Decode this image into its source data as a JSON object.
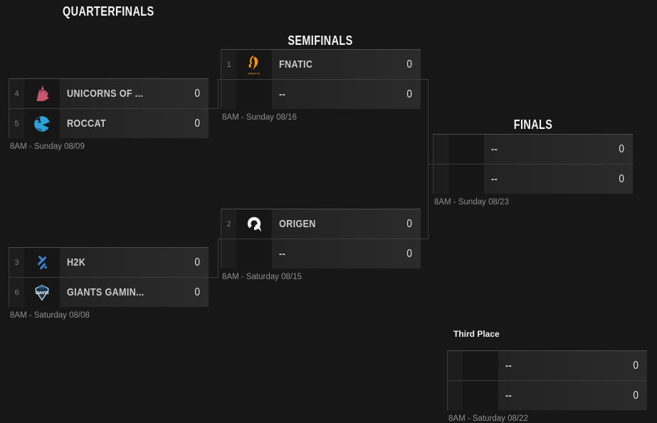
{
  "page": {
    "background_color": "#171717",
    "kind": "tournament-bracket"
  },
  "colors": {
    "header_text": "#f5f5f5",
    "team_text": "#cbcbcb",
    "score_text": "#e2e2e2",
    "schedule_text": "#8e8e8e",
    "connector_line": "#3c3c3c",
    "fnatic_orange": "#ff9800",
    "roccat_blue": "#2f9fd8",
    "uol_pink": "#c9566f",
    "h2k_blue": "#3b86d8",
    "giants_light_blue": "#bcd9ef",
    "origen_white": "#f2f2f2"
  },
  "icons": {
    "unicorns_of_love": "unicorns-of-love-logo-icon",
    "roccat": "roccat-logo-icon",
    "h2k": "h2k-logo-icon",
    "giants_gaming": "giants-gaming-logo-icon",
    "fnatic": "fnatic-logo-icon",
    "origen": "origen-logo-icon"
  },
  "bracket": {
    "rounds": [
      {
        "title": "QUARTERFINALS",
        "matches": [
          {
            "schedule": "8AM - Sunday 08/09",
            "slots": [
              {
                "seed": "4",
                "team": "UNICORNS OF ...",
                "score": "0"
              },
              {
                "seed": "5",
                "team": "ROCCAT",
                "score": "0"
              }
            ]
          },
          {
            "schedule": "8AM - Saturday 08/08",
            "slots": [
              {
                "seed": "3",
                "team": "H2K",
                "score": "0"
              },
              {
                "seed": "6",
                "team": "GIANTS GAMIN...",
                "score": "0"
              }
            ]
          }
        ]
      },
      {
        "title": "SEMIFINALS",
        "matches": [
          {
            "schedule": "8AM - Sunday 08/16",
            "slots": [
              {
                "seed": "1",
                "team": "FNATIC",
                "score": "0"
              },
              {
                "seed": "",
                "team": "--",
                "score": "0"
              }
            ]
          },
          {
            "schedule": "8AM - Saturday 08/15",
            "slots": [
              {
                "seed": "2",
                "team": "ORIGEN",
                "score": "0"
              },
              {
                "seed": "",
                "team": "--",
                "score": "0"
              }
            ]
          }
        ]
      },
      {
        "title": "FINALS",
        "matches": [
          {
            "schedule": "8AM - Sunday 08/23",
            "slots": [
              {
                "seed": "",
                "team": "--",
                "score": "0"
              },
              {
                "seed": "",
                "team": "--",
                "score": "0"
              }
            ]
          }
        ]
      },
      {
        "title": "Third Place",
        "matches": [
          {
            "schedule": "8AM - Saturday 08/22",
            "slots": [
              {
                "seed": "",
                "team": "--",
                "score": "0"
              },
              {
                "seed": "",
                "team": "--",
                "score": "0"
              }
            ]
          }
        ]
      }
    ]
  }
}
